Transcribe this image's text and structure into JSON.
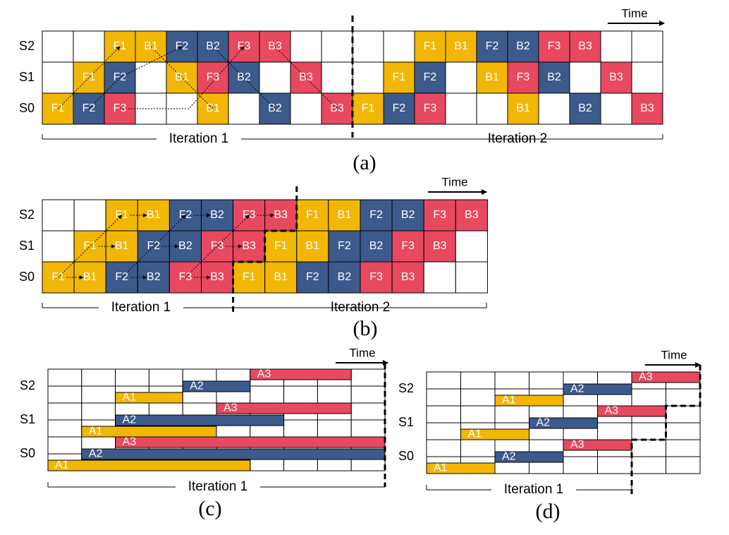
{
  "colors": {
    "yellow": "#f2b705",
    "blue": "#3c5a8c",
    "red": "#e8495f",
    "grid": "#000000",
    "white": "#ffffff"
  },
  "time_label": "Time",
  "stage_labels": [
    "S2",
    "S1",
    "S0"
  ],
  "panel_a": {
    "caption": "(a)",
    "iteration_labels": [
      "Iteration 1",
      "Iteration 2"
    ],
    "rows": [
      [
        "",
        "",
        "F1",
        "B1",
        "F2",
        "B2",
        "F3",
        "B3",
        "",
        "",
        "",
        "",
        "F1",
        "B1",
        "F2",
        "B2",
        "F3",
        "B3",
        "",
        ""
      ],
      [
        "",
        "F1",
        "F2",
        "",
        "B1",
        "F3",
        "B2",
        "",
        "B3",
        "",
        "",
        "F1",
        "F2",
        "",
        "B1",
        "F3",
        "B2",
        "",
        "B3",
        ""
      ],
      [
        "F1",
        "F2",
        "F3",
        "",
        "",
        "B1",
        "",
        "B2",
        "",
        "B3",
        "F1",
        "F2",
        "F3",
        "",
        "",
        "B1",
        "",
        "B2",
        "",
        "B3"
      ]
    ]
  },
  "panel_b": {
    "caption": "(b)",
    "iteration_labels": [
      "Iteration 1",
      "Iteration 2"
    ],
    "rows": [
      [
        "",
        "",
        "F1",
        "B1",
        "F2",
        "B2",
        "F3",
        "B3",
        "F1",
        "B1",
        "F2",
        "B2",
        "F3",
        "B3"
      ],
      [
        "",
        "F1",
        "B1",
        "F2",
        "B2",
        "F3",
        "B3",
        "F1",
        "B1",
        "F2",
        "B2",
        "F3",
        "B3",
        ""
      ],
      [
        "F1",
        "B1",
        "F2",
        "B2",
        "F3",
        "B3",
        "F1",
        "B1",
        "F2",
        "B2",
        "F3",
        "B3",
        "",
        ""
      ]
    ]
  },
  "panel_c": {
    "caption": "(c)",
    "iteration_label": "Iteration 1",
    "bars": [
      {
        "stage": "S2",
        "label": "A1",
        "color": "yellow",
        "start": 2,
        "end": 4
      },
      {
        "stage": "S2",
        "label": "A2",
        "color": "blue",
        "start": 4,
        "end": 6
      },
      {
        "stage": "S2",
        "label": "A3",
        "color": "red",
        "start": 6,
        "end": 9
      },
      {
        "stage": "S1",
        "label": "A1",
        "color": "yellow",
        "start": 1,
        "end": 5
      },
      {
        "stage": "S1",
        "label": "A2",
        "color": "blue",
        "start": 2,
        "end": 7
      },
      {
        "stage": "S1",
        "label": "A3",
        "color": "red",
        "start": 5,
        "end": 9
      },
      {
        "stage": "S0",
        "label": "A1",
        "color": "yellow",
        "start": 0,
        "end": 6
      },
      {
        "stage": "S0",
        "label": "A2",
        "color": "blue",
        "start": 1,
        "end": 10
      },
      {
        "stage": "S0",
        "label": "A3",
        "color": "red",
        "start": 2,
        "end": 10
      }
    ]
  },
  "panel_d": {
    "caption": "(d)",
    "iteration_label": "Iteration 1",
    "bars": [
      {
        "stage": "S2",
        "label": "A1",
        "color": "yellow",
        "start": 2,
        "end": 4
      },
      {
        "stage": "S2",
        "label": "A2",
        "color": "blue",
        "start": 4,
        "end": 6
      },
      {
        "stage": "S2",
        "label": "A3",
        "color": "red",
        "start": 6,
        "end": 8
      },
      {
        "stage": "S1",
        "label": "A1",
        "color": "yellow",
        "start": 1,
        "end": 3
      },
      {
        "stage": "S1",
        "label": "A2",
        "color": "blue",
        "start": 3,
        "end": 5
      },
      {
        "stage": "S1",
        "label": "A3",
        "color": "red",
        "start": 5,
        "end": 7
      },
      {
        "stage": "S0",
        "label": "A1",
        "color": "yellow",
        "start": 0,
        "end": 2
      },
      {
        "stage": "S0",
        "label": "A2",
        "color": "blue",
        "start": 2,
        "end": 4
      },
      {
        "stage": "S0",
        "label": "A3",
        "color": "red",
        "start": 4,
        "end": 6
      }
    ]
  }
}
